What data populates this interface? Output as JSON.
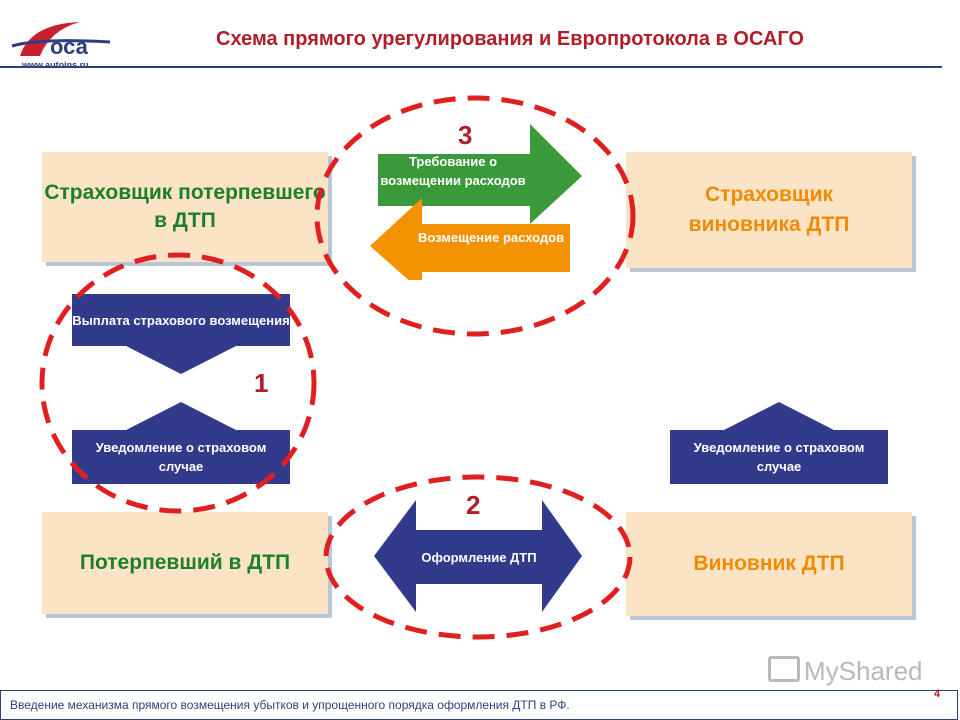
{
  "header": {
    "title": "Схема прямого урегулирования и Европротокола в ОСАГО",
    "logo_text": "оса",
    "logo_url": "www.autoins.ru"
  },
  "boxes": {
    "victim_insurer": "Страховщик потерпевшего в ДТП",
    "culprit_insurer": "Страховщик виновника ДТП",
    "victim": "Потерпевший в ДТП",
    "culprit": "Виновник ДТП"
  },
  "arrows": {
    "payment": "Выплата страхового возмещения",
    "notice_left": "Уведомление о страховом случае",
    "notice_right": "Уведомление о страховом случае",
    "claim": "Требование о возмещении расходов",
    "reimbursement": "Возмещение расходов",
    "registration": "Оформление ДТП"
  },
  "steps": {
    "one": "1",
    "two": "2",
    "three": "3"
  },
  "footer": {
    "text": "Введение механизма прямого возмещения убытков и упрощенного порядка оформления ДТП в РФ.",
    "page": "4"
  },
  "watermark": "MyShared",
  "colors": {
    "accent_red": "#b01e2a",
    "navy": "#323a8c",
    "green": "#3a9a3a",
    "orange": "#f39200",
    "box_fill": "#fbe4c6"
  }
}
